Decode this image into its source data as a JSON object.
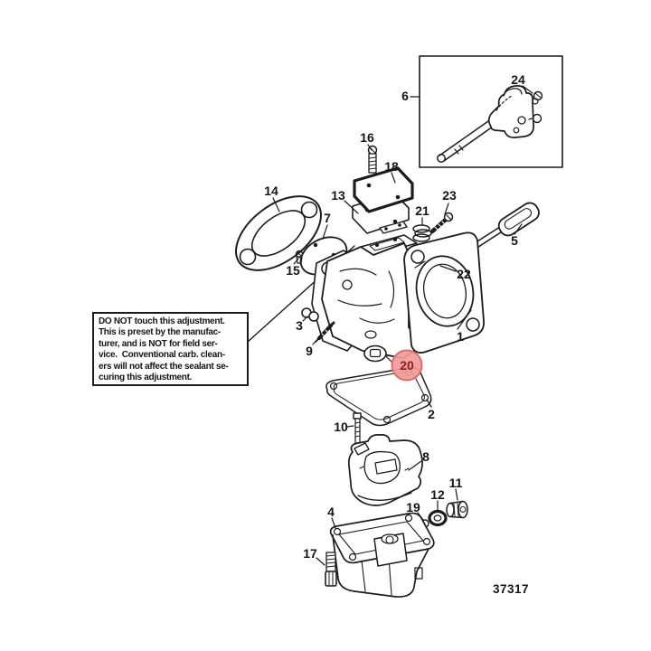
{
  "diagram": {
    "figure_number": "37317",
    "highlighted_part": "20",
    "highlight_fill": "#f29a9a",
    "highlight_stroke": "#e06a6a",
    "highlight_text_color": "#8c1d1d",
    "warning_note": {
      "lines": [
        "DO NOT touch this adjustment.",
        "This is preset by the manufac-",
        "turer, and is NOT for field ser-",
        "vice.  Conventional carb. clean-",
        "ers will not affect the sealant se-",
        "curing this adjustment."
      ]
    },
    "part_labels": [
      "1",
      "2",
      "3",
      "4",
      "5",
      "6",
      "7",
      "8",
      "9",
      "10",
      "11",
      "12",
      "13",
      "14",
      "15",
      "16",
      "17",
      "18",
      "19",
      "20",
      "21",
      "22",
      "23",
      "24"
    ]
  }
}
